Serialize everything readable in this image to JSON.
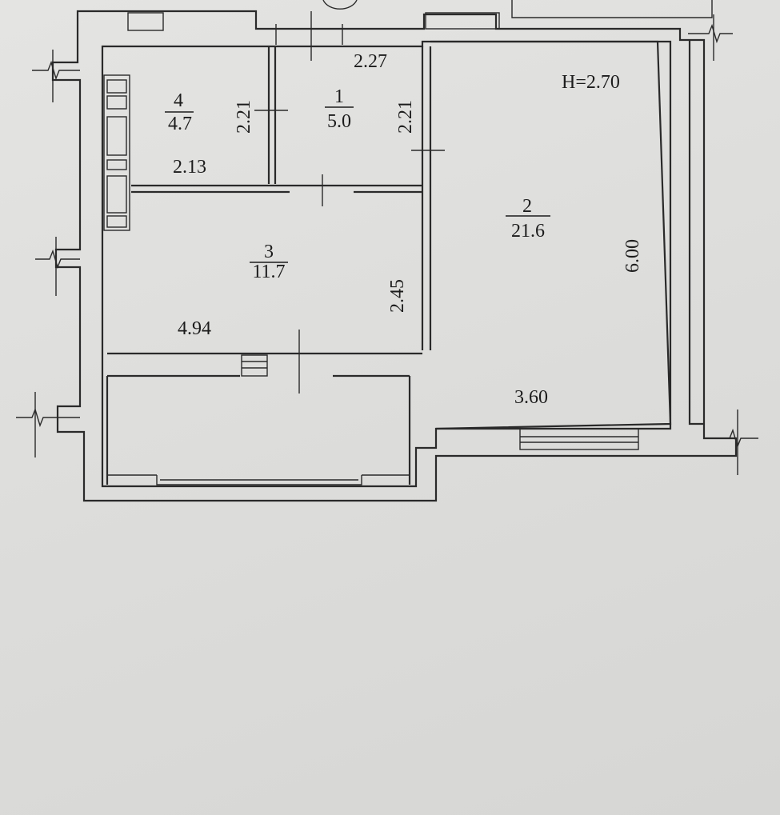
{
  "plan": {
    "ceiling_height": "H=2.70",
    "rooms": [
      {
        "number": "1",
        "area": "5.0"
      },
      {
        "number": "2",
        "area": "21.6"
      },
      {
        "number": "3",
        "area": "11.7"
      },
      {
        "number": "4",
        "area": "4.7"
      }
    ],
    "dimensions": {
      "room1_width": "2.27",
      "room1_height": "2.21",
      "room4_height": "2.21",
      "room4_width": "2.13",
      "room2_height": "6.00",
      "room2_width": "3.60",
      "room3_height": "2.45",
      "room3_width": "4.94"
    }
  }
}
